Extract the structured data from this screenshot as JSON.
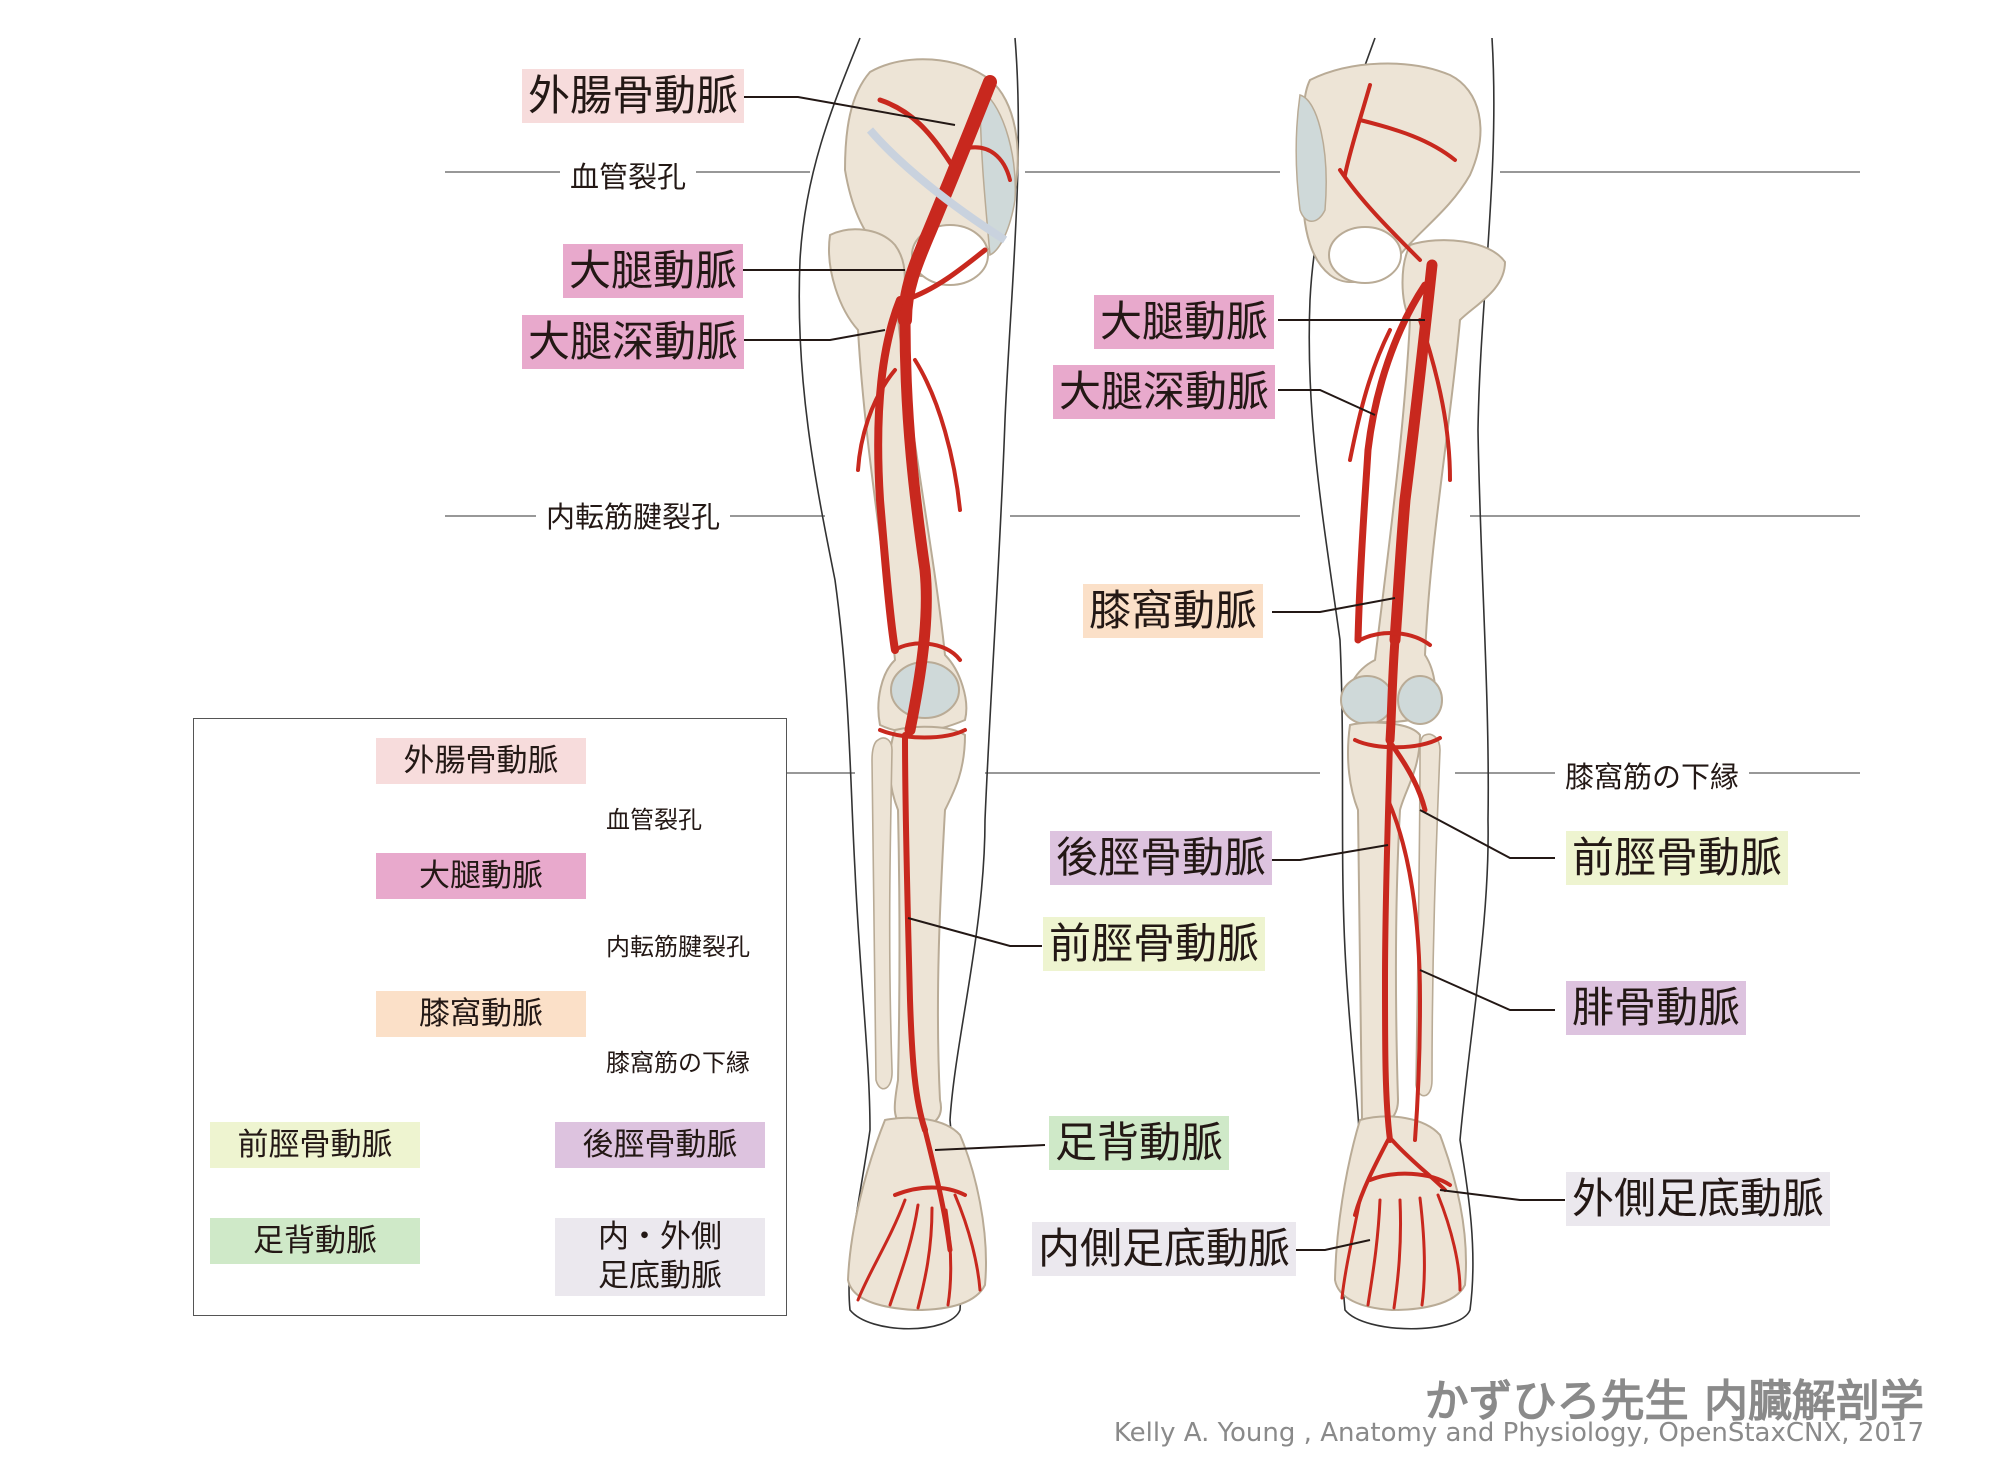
{
  "colors": {
    "artery": "#c8281e",
    "bone": "#ede4d6",
    "bone_stroke": "#b9ab96",
    "cartilage": "#cfd9d9",
    "tag_pink_light": "#f7dcdc",
    "tag_pink": "#e8a9cc",
    "tag_peach": "#fbe0c8",
    "tag_yellow": "#eef4d0",
    "tag_purple": "#ddc3df",
    "tag_green": "#cfe9c8",
    "tag_gray": "#ebe8ee"
  },
  "boundaries": {
    "vascular_lacuna": "血管裂孔",
    "adductor_hiatus": "内転筋腱裂孔",
    "popliteus_lower_border": "膝窩筋の下縁"
  },
  "anterior_labels": {
    "external_iliac": "外腸骨動脈",
    "femoral": "大腿動脈",
    "deep_femoral": "大腿深動脈",
    "anterior_tibial": "前脛骨動脈",
    "dorsalis_pedis": "足背動脈"
  },
  "posterior_labels": {
    "femoral": "大腿動脈",
    "deep_femoral": "大腿深動脈",
    "popliteal": "膝窩動脈",
    "posterior_tibial": "後脛骨動脈",
    "anterior_tibial": "前脛骨動脈",
    "fibular": "腓骨動脈",
    "lateral_plantar": "外側足底動脈",
    "medial_plantar": "内側足底動脈"
  },
  "flowchart": {
    "external_iliac": "外腸骨動脈",
    "vascular_lacuna": "血管裂孔",
    "femoral": "大腿動脈",
    "adductor_hiatus": "内転筋腱裂孔",
    "popliteal": "膝窩動脈",
    "popliteus_lower_border": "膝窩筋の下縁",
    "anterior_tibial": "前脛骨動脈",
    "posterior_tibial": "後脛骨動脈",
    "dorsalis_pedis": "足背動脈",
    "plantar_line1": "内・外側",
    "plantar_line2": "足底動脈"
  },
  "credits": {
    "brand": "かずひろ先生 内臓解剖学",
    "source": "Kelly A. Young , Anatomy and Physiology, OpenStaxCNX, 2017"
  }
}
